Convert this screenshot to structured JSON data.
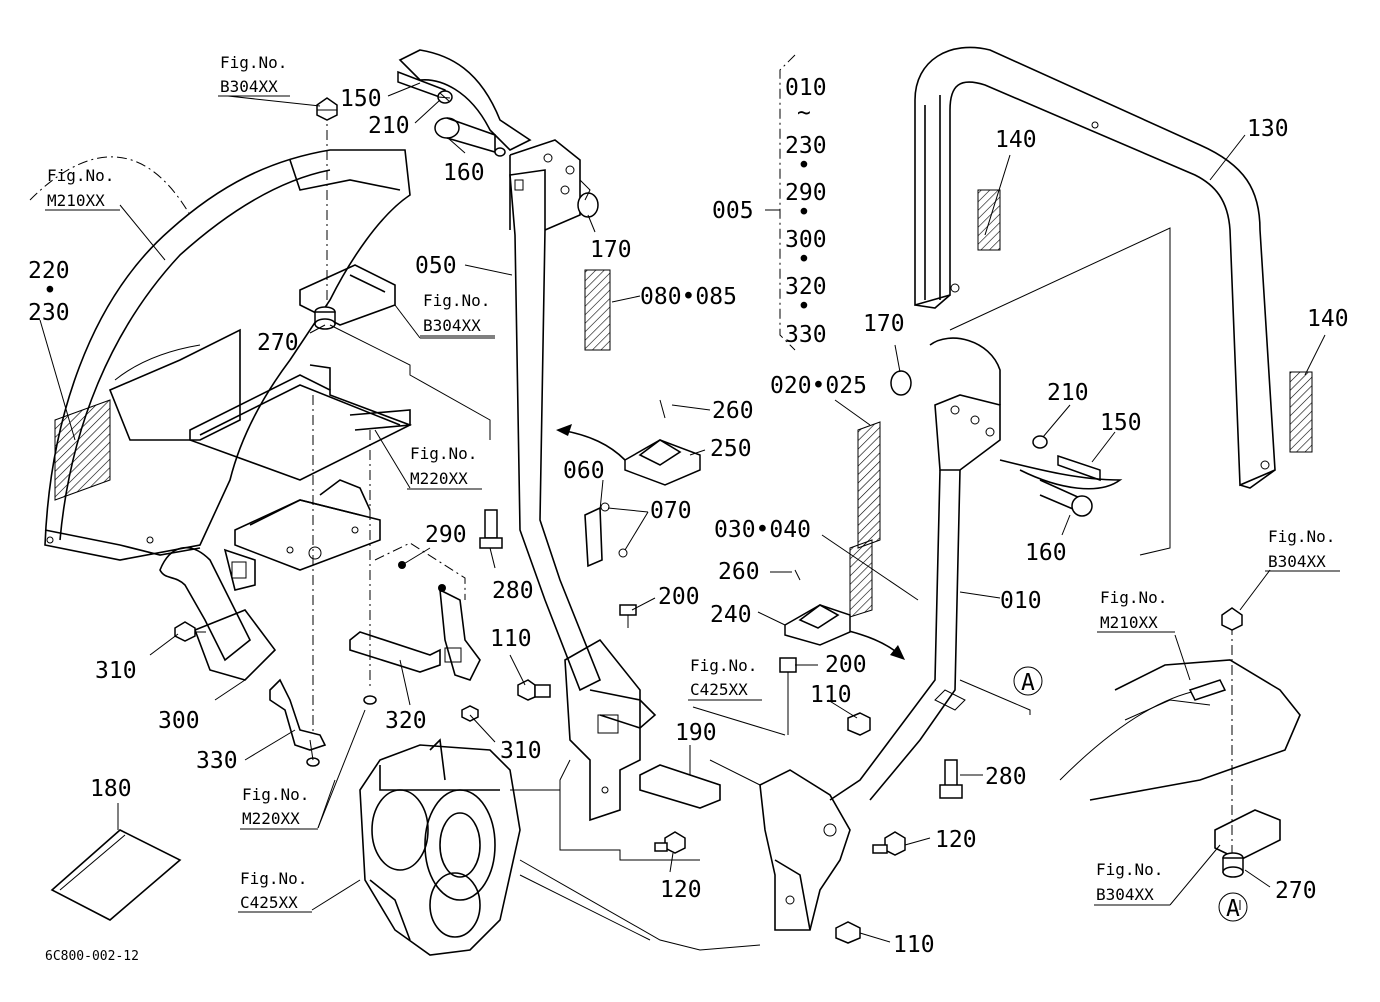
{
  "labels": {
    "p150a": "150",
    "p210a": "210",
    "p160a": "160",
    "p170a": "170",
    "p050": "050",
    "p080": "080•085",
    "p270a": "270",
    "p220": "220",
    "p220dot": "•",
    "p230": "230",
    "p060": "060",
    "p070": "070",
    "p260a": "260",
    "p250": "250",
    "p280a": "280",
    "p290": "290",
    "p310a": "310",
    "p300": "300",
    "p330": "330",
    "p320": "320",
    "p310b": "310",
    "p110a": "110",
    "p200a": "200",
    "p190": "190",
    "p120a": "120",
    "p180": "180",
    "p010top": "010",
    "ptilde": "~",
    "p230s": "230",
    "pdot1": "•",
    "p290s": "290",
    "pdot2": "•",
    "p300s": "300",
    "pdot3": "•",
    "p320s": "320",
    "pdot4": "•",
    "p330s": "330",
    "p005": "005",
    "p140a": "140",
    "p130": "130",
    "p170b": "170",
    "p020": "020•025",
    "p210b": "210",
    "p150b": "150",
    "p140b": "140",
    "p160b": "160",
    "p030": "030•040",
    "p260b": "260",
    "p240": "240",
    "p010": "010",
    "p200b": "200",
    "p110b": "110",
    "p280b": "280",
    "p120b": "120",
    "p110c": "110",
    "p270b": "270",
    "circleA1": "A",
    "circleA2": "A"
  },
  "figrefs": [
    {
      "line1": "Fig.No.",
      "line2": "B304XX"
    },
    {
      "line1": "Fig.No.",
      "line2": "M210XX"
    },
    {
      "line1": "Fig.No.",
      "line2": "B304XX"
    },
    {
      "line1": "Fig.No.",
      "line2": "M220XX"
    },
    {
      "line1": "Fig.No.",
      "line2": "M220XX"
    },
    {
      "line1": "Fig.No.",
      "line2": "C425XX"
    },
    {
      "line1": "Fig.No.",
      "line2": "C425XX"
    },
    {
      "line1": "Fig.No.",
      "line2": "B304XX"
    },
    {
      "line1": "Fig.No.",
      "line2": "M210XX"
    },
    {
      "line1": "Fig.No.",
      "line2": "B304XX"
    }
  ],
  "drawing_code": "6C800-002-12"
}
